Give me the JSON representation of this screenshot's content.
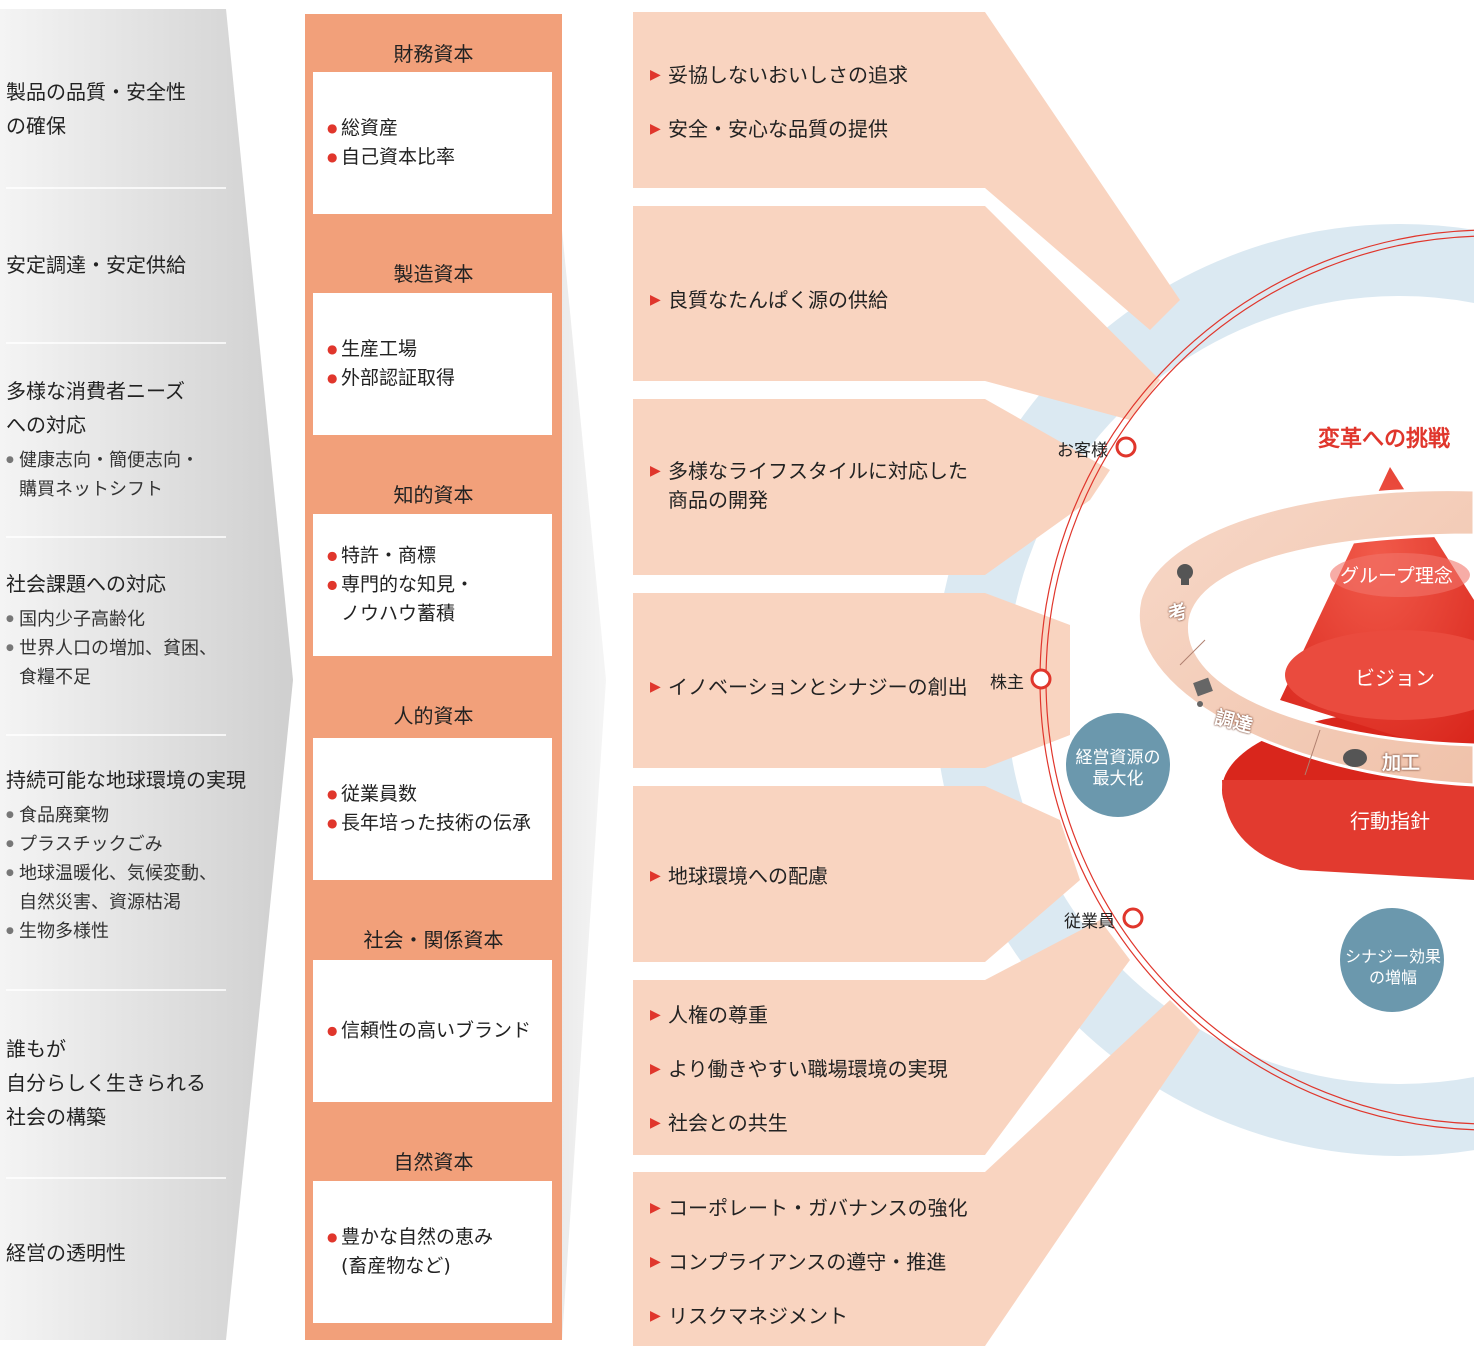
{
  "issues": [
    {
      "title": "製品の品質・安全性\nの確保",
      "subs": []
    },
    {
      "title": "安定調達・安定供給",
      "subs": []
    },
    {
      "title": "多様な消費者ニーズ\nへの対応",
      "subs": [
        "健康志向・簡便志向・\n購買ネットシフト"
      ]
    },
    {
      "title": "社会課題への対応",
      "subs": [
        "国内少子高齢化",
        "世界人口の増加、貧困、\n食糧不足"
      ]
    },
    {
      "title": "持続可能な地球環境の実現",
      "subs": [
        "食品廃棄物",
        "プラスチックごみ",
        "地球温暖化、気候変動、\n自然災害、資源枯渇",
        "生物多様性"
      ]
    },
    {
      "title": "誰もが\n自分らしく生きられる\n社会の構築",
      "subs": []
    },
    {
      "title": "経営の透明性",
      "subs": []
    }
  ],
  "capitals": [
    {
      "name": "財務資本",
      "items": [
        "総資産",
        "自己資本比率"
      ]
    },
    {
      "name": "製造資本",
      "items": [
        "生産工場",
        "外部認証取得"
      ]
    },
    {
      "name": "知的資本",
      "items": [
        "特許・商標",
        "専門的な知見・\nノウハウ蓄積"
      ]
    },
    {
      "name": "人的資本",
      "items": [
        "従業員数",
        "長年培った技術の伝承"
      ]
    },
    {
      "name": "社会・関係資本",
      "items": [
        "信頼性の高いブランド"
      ]
    },
    {
      "name": "自然資本",
      "items": [
        "豊かな自然の恵み\n(畜産物など)"
      ]
    }
  ],
  "values": [
    [
      "妥協しないおいしさの追求",
      "安全・安心な品質の提供"
    ],
    [
      "良質なたんぱく源の供給"
    ],
    [
      "多様なライフスタイルに対応した\n商品の開発"
    ],
    [
      "イノベーションとシナジーの創出"
    ],
    [
      "地球環境への配慮"
    ],
    [
      "人権の尊重",
      "より働きやすい職場環境の実現",
      "社会との共生"
    ],
    [
      "コーポレート・ガバナンスの強化",
      "コンプライアンスの遵守・推進",
      "リスクマネジメント"
    ]
  ],
  "stakeholders": {
    "customer": "お客様",
    "shareholder": "株主",
    "employee": "従業員"
  },
  "center": {
    "title": "変革への挑戦",
    "philosophy": "グループ理念",
    "vision": "ビジョン",
    "action": "行動指針",
    "ring": {
      "think": "考",
      "procure": "調達",
      "process": "加工"
    },
    "bubble_left": "経営資源の\n最大化",
    "bubble_right": "シナジー効果\nの増幅"
  },
  "colors": {
    "accent": "#e0362c",
    "peach": "#f9d4c0",
    "salmon": "#f2a07a",
    "ring_blue": "#d9e8f1",
    "bubble": "#6b98ad"
  }
}
